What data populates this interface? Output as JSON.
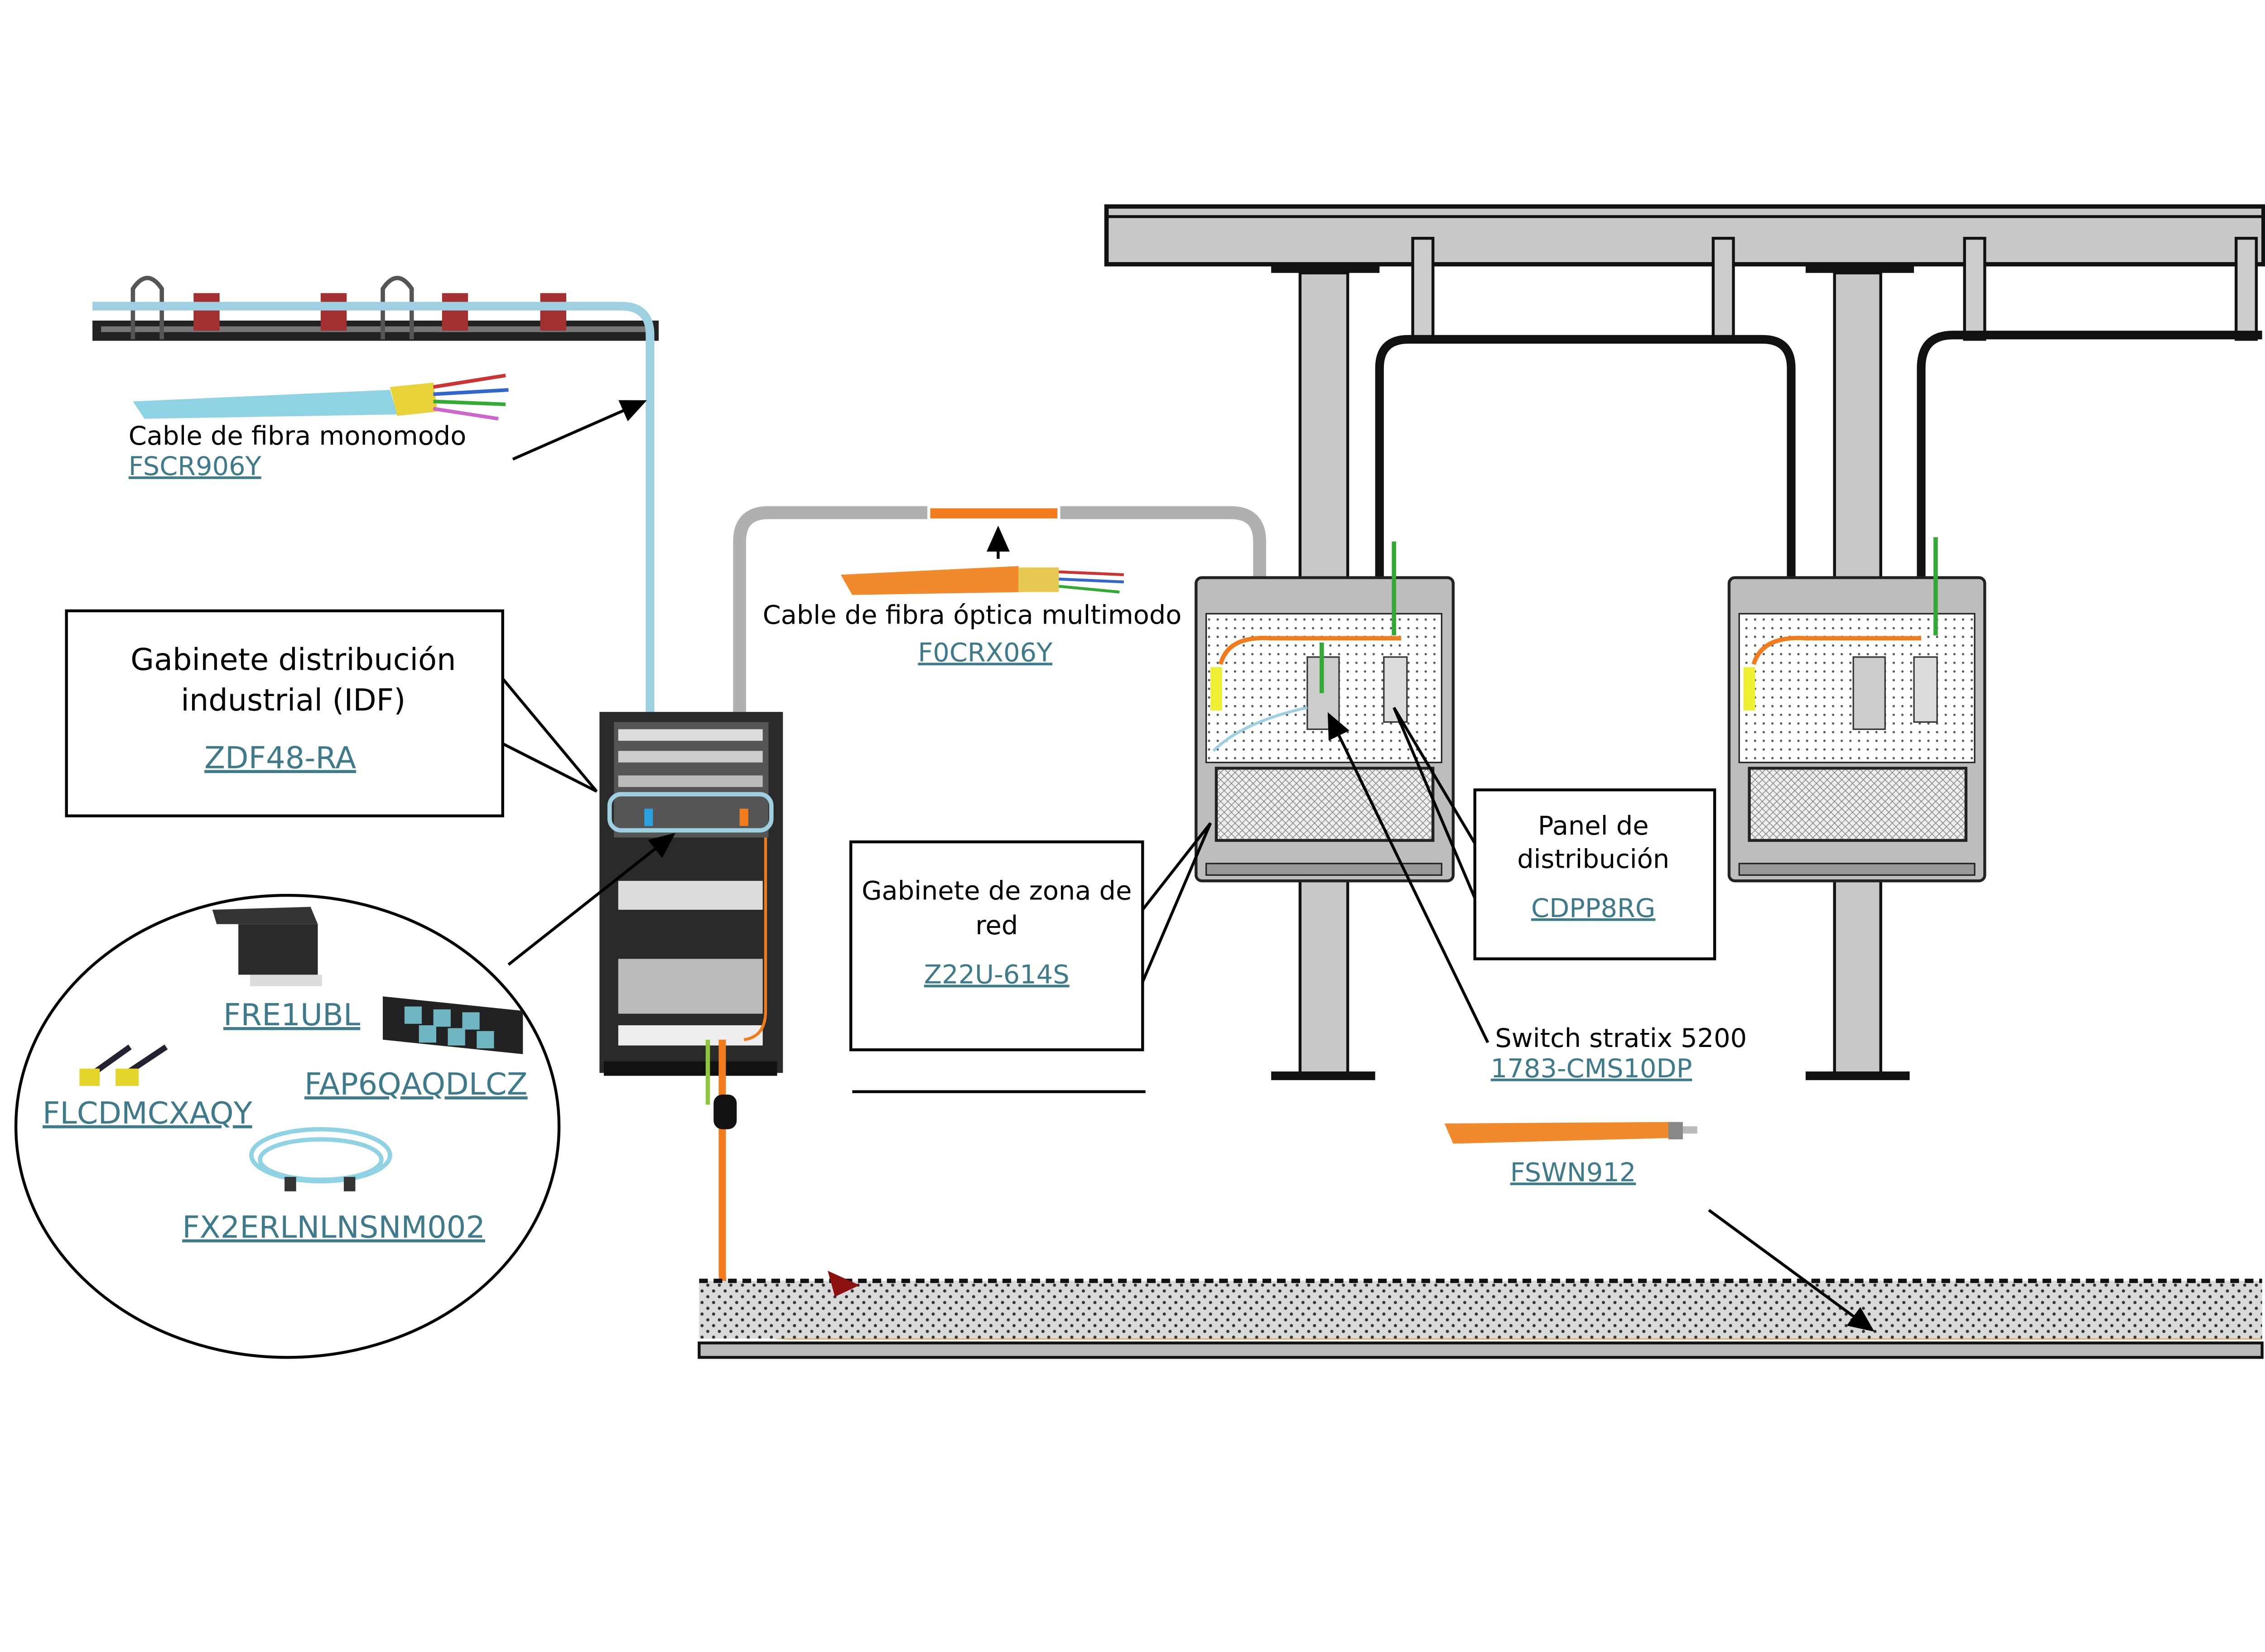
{
  "top_cable": {
    "label": "Cable de fibra monomodo",
    "part": "FSCR906Y"
  },
  "mm_cable": {
    "label": "Cable de fibra óptica multimodo",
    "part": "F0CRX06Y"
  },
  "idf": {
    "line1": "Gabinete distribución",
    "line2": "industrial (IDF)",
    "part": "ZDF48-RA"
  },
  "components": [
    {
      "part": "FRE1UBL"
    },
    {
      "part": "FAP6QAQDLCZ"
    },
    {
      "part": "FLCDMCXAQY"
    },
    {
      "part": "FX2ERLNLNSNM002"
    }
  ],
  "zone_cabinet": {
    "line1": "Gabinete de zona de",
    "line2": "red",
    "part": "Z22U-614S"
  },
  "panel": {
    "line1": "Panel de",
    "line2": "distribución",
    "part": "CDPP8RG"
  },
  "switch": {
    "label": "Switch stratix 5200",
    "part": "1783-CMS10DP"
  },
  "armored_cable": {
    "part": "FSWN912"
  },
  "colors": {
    "link": "#3e7a8a",
    "singlemode": "#9fd0e2",
    "multimode": "#f07c1e",
    "conduit": "#b0b0b0"
  }
}
